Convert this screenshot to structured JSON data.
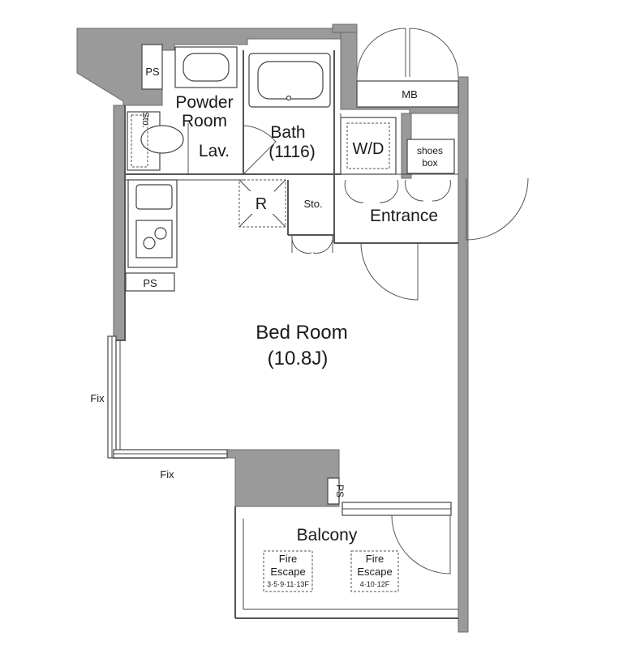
{
  "floor_plan": {
    "rooms": {
      "bedroom": {
        "name": "Bed Room",
        "size": "(10.8J)"
      },
      "bath": {
        "name": "Bath",
        "size": "(1116)"
      },
      "powder_room": {
        "line1": "Powder",
        "line2": "Room"
      },
      "lav": "Lav.",
      "entrance": "Entrance",
      "balcony": "Balcony"
    },
    "labels": {
      "ps_top": "PS",
      "ps_kitchen": "PS",
      "ps_balcony": "PS",
      "mb": "MB",
      "wd": "W/D",
      "shoes_box_line1": "shoes",
      "shoes_box_line2": "box",
      "sto_toilet": "Sto.",
      "sto_closet": "Sto.",
      "refrigerator": "R",
      "fix_left": "Fix",
      "fix_bottom": "Fix"
    },
    "fire_escapes": [
      {
        "line1": "Fire",
        "line2": "Escape",
        "floors": "3·5·9·11·13F"
      },
      {
        "line1": "Fire",
        "line2": "Escape",
        "floors": "4·10·12F"
      }
    ]
  }
}
